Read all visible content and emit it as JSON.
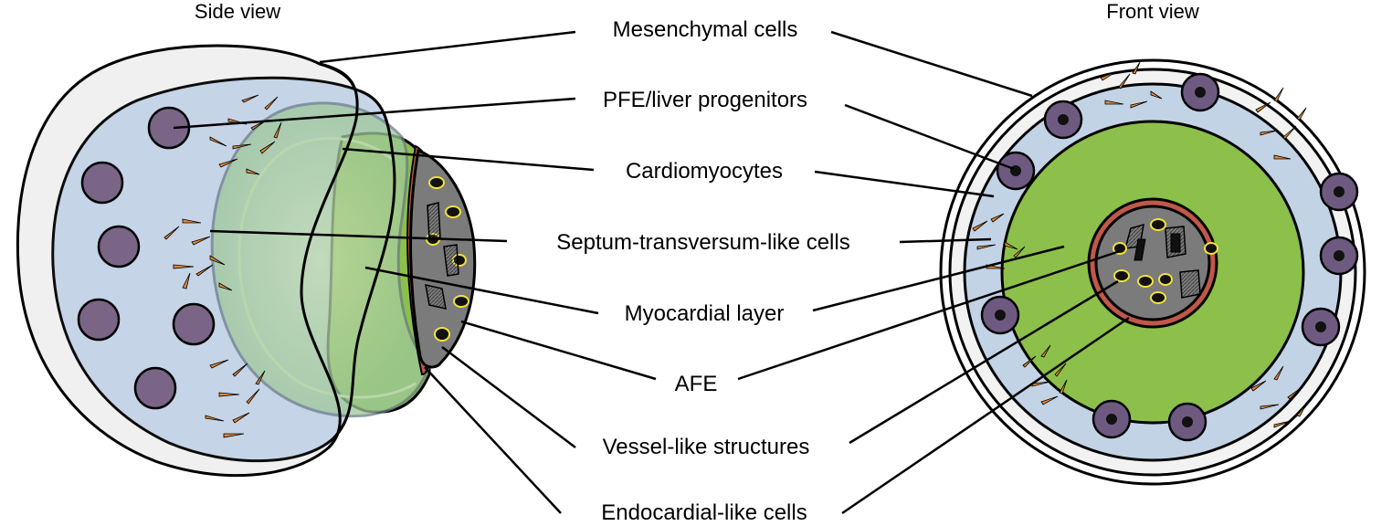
{
  "views": {
    "side": "Side view",
    "front": "Front view"
  },
  "labels": [
    {
      "id": "mesenchymal",
      "text": "Mesenchymal cells"
    },
    {
      "id": "pfe",
      "text": "PFE/liver progenitors"
    },
    {
      "id": "cardiomyocytes",
      "text": "Cardiomyocytes"
    },
    {
      "id": "septum",
      "text": "Septum-transversum-like cells"
    },
    {
      "id": "myocardial",
      "text": "Myocardial layer"
    },
    {
      "id": "afe",
      "text": "AFE"
    },
    {
      "id": "vessel",
      "text": "Vessel-like structures"
    },
    {
      "id": "endocardial",
      "text": "Endocardial-like cells"
    }
  ],
  "colors": {
    "outer_layer": "#f2f2f2",
    "mesenchyme_blue": "#c3d3e6",
    "myocardium_green": "#8cc04a",
    "cardiomyocyte_green": "#a8cfa2",
    "endocardial_red": "#c0584a",
    "afe_gray": "#7b7b7b",
    "progenitor_purple": "#7a6587",
    "nucleus_black": "#111111",
    "septum_orange": "#e0883a",
    "vessel_yellow": "#f2e23a"
  }
}
